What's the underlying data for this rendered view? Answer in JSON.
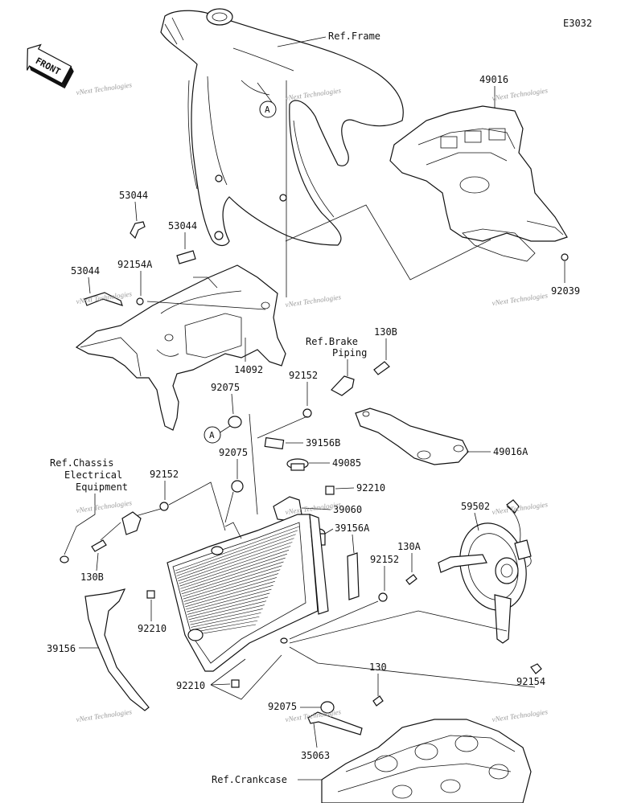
{
  "diagram_code": "E3032",
  "front_badge": "FRONT",
  "watermark": "vNext Technologies",
  "refs": {
    "frame": "Ref.Frame",
    "brake_piping": [
      "Ref.Brake",
      "Piping"
    ],
    "chassis_electrical": [
      "Ref.Chassis",
      "Electrical",
      "Equipment"
    ],
    "crankcase": "Ref.Crankcase"
  },
  "circle_marker": "A",
  "parts": {
    "p49016": "49016",
    "p92039": "92039",
    "p53044_a": "53044",
    "p53044_b": "53044",
    "p53044_c": "53044",
    "p92154A": "92154A",
    "p14092": "14092",
    "p130B_top": "130B",
    "p92152_mid": "92152",
    "p92075_a": "92075",
    "p39156B": "39156B",
    "p49016A": "49016A",
    "p49085": "49085",
    "p92075_b": "92075",
    "p92152_left": "92152",
    "p92210_right": "92210",
    "p39060": "39060",
    "p39156A": "39156A",
    "p59502": "59502",
    "p130B_left": "130B",
    "p92152_low": "92152",
    "p130A": "130A",
    "p92210_left": "92210",
    "p39156": "39156",
    "p92154": "92154",
    "p130": "130",
    "p92210_bottom": "92210",
    "p92075_c": "92075",
    "p35063": "35063"
  }
}
